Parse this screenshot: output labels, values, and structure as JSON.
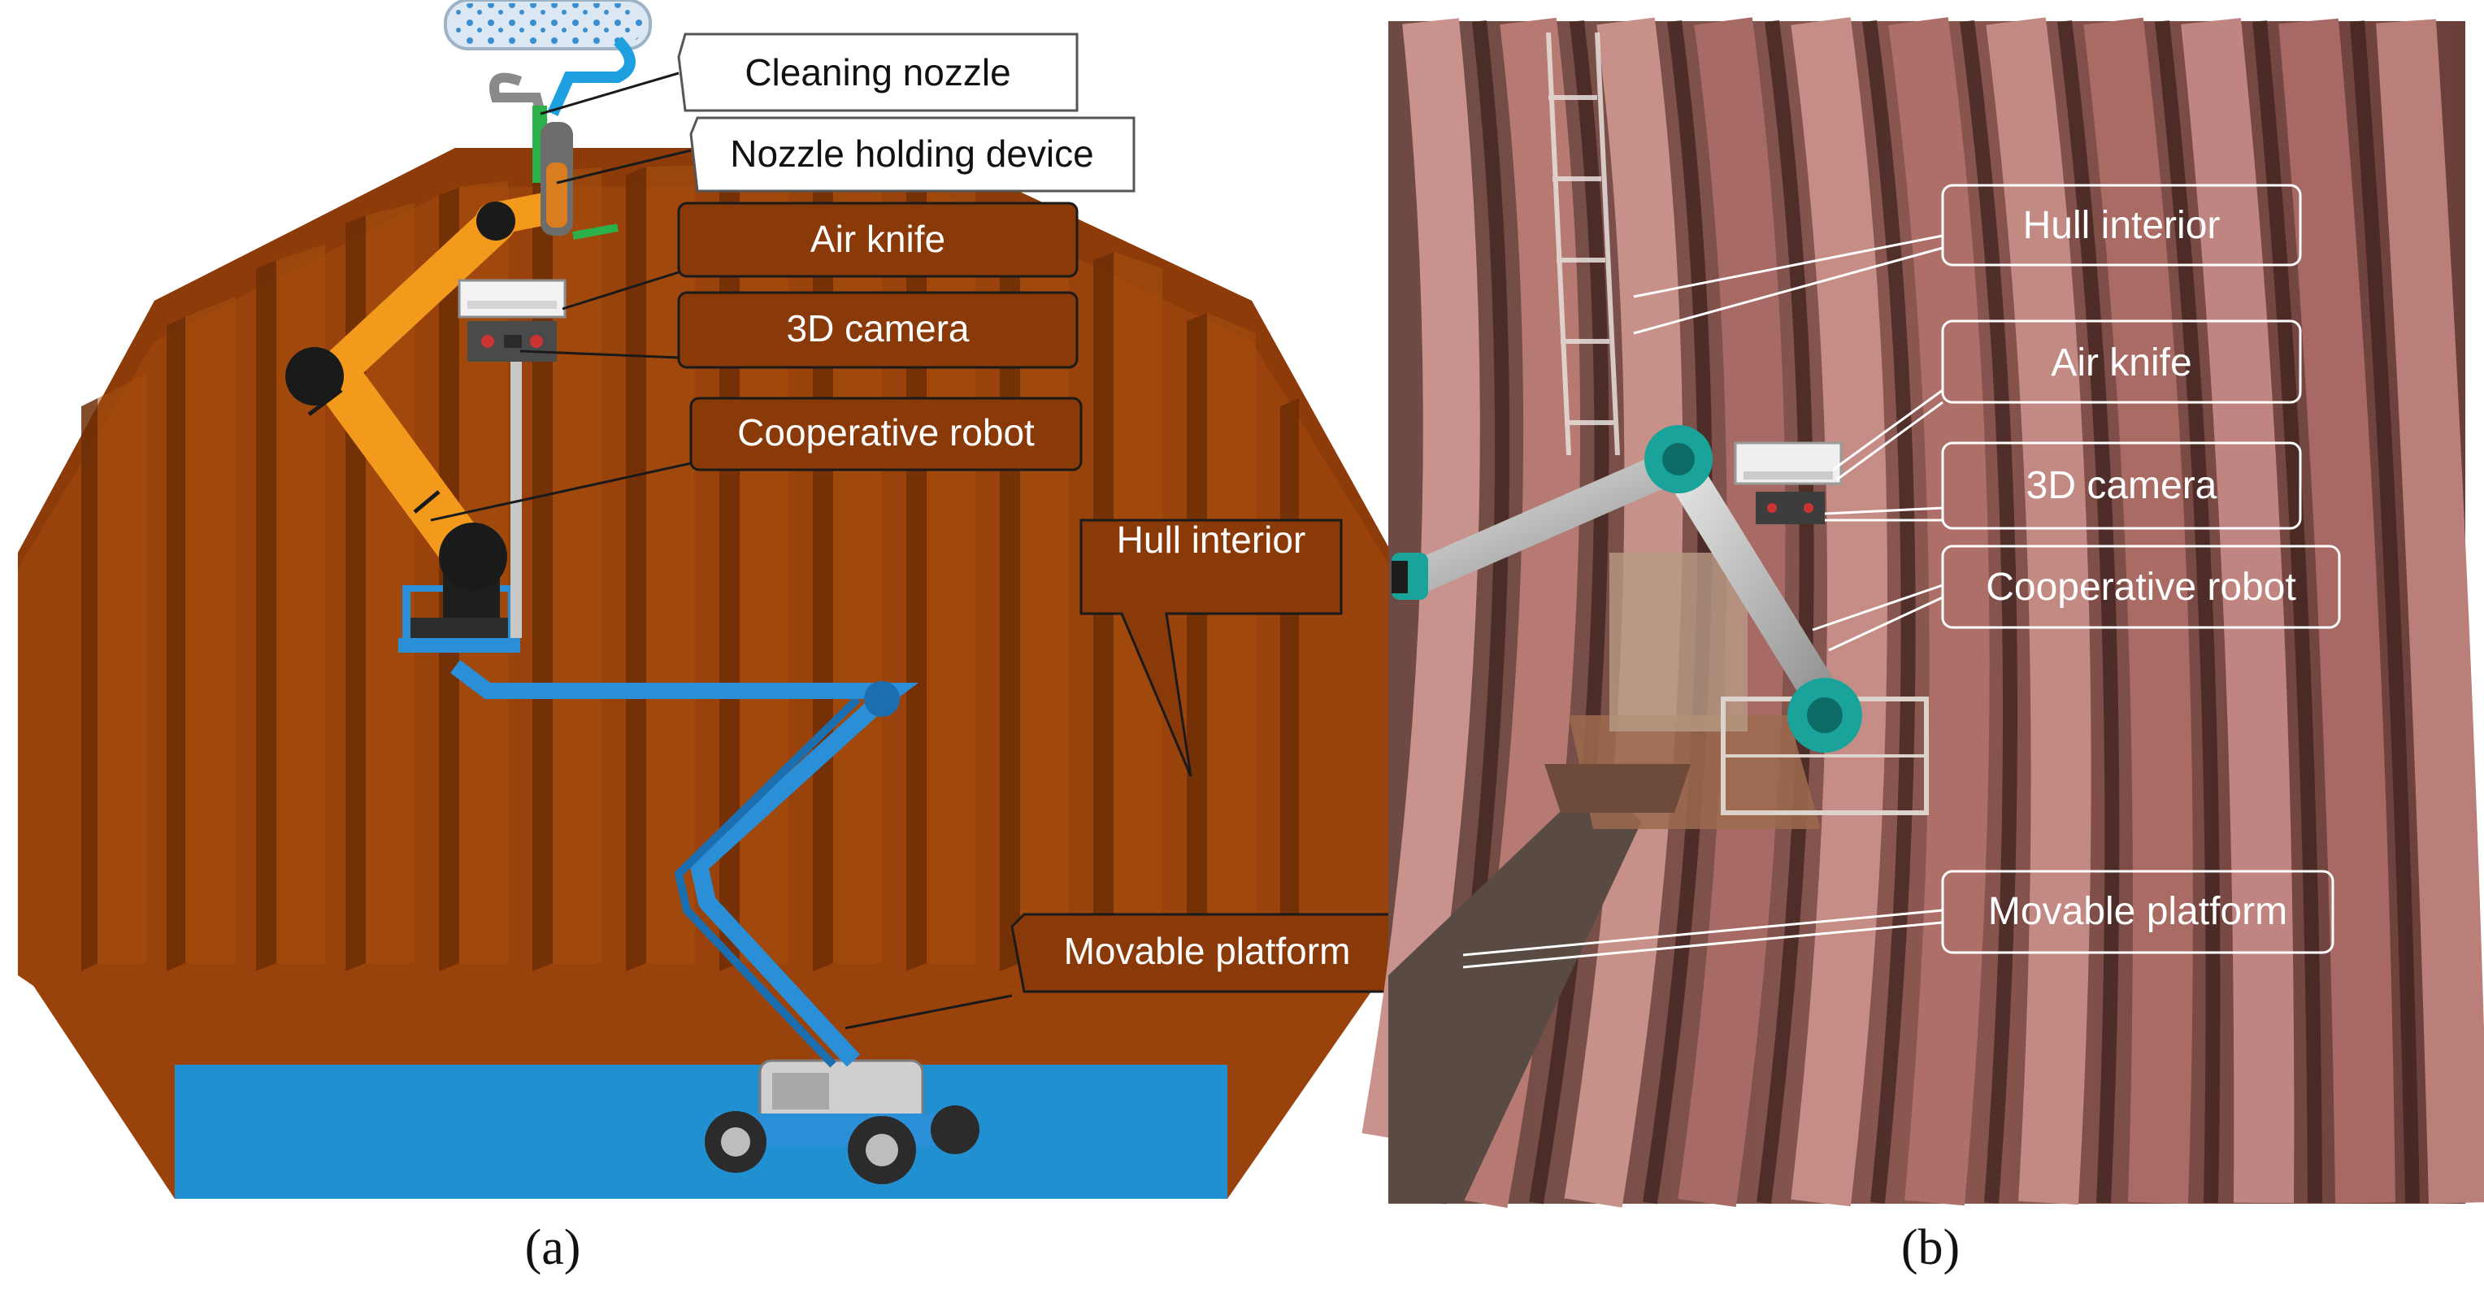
{
  "figure": {
    "panel_a": {
      "caption": "(a)",
      "labels": {
        "cleaning_nozzle": "Cleaning nozzle",
        "nozzle_holding_device": "Nozzle holding device",
        "air_knife": "Air knife",
        "camera_3d": "3D camera",
        "cooperative_robot": "Cooperative robot",
        "hull_interior": "Hull interior",
        "movable_platform": "Movable platform"
      }
    },
    "panel_b": {
      "caption": "(b)",
      "labels": {
        "hull_interior": "Hull interior",
        "air_knife": "Air knife",
        "camera_3d": "3D camera",
        "cooperative_robot": "Cooperative robot",
        "movable_platform": "Movable platform"
      }
    }
  },
  "colors": {
    "hull_brown": "#9a420b",
    "hull_dark_stripe": "#7a3208",
    "floor_blue": "#2190d0",
    "robot_orange": "#f39a1c",
    "lift_blue": "#2a8fd6",
    "photo_rust": "#8a4a44"
  }
}
